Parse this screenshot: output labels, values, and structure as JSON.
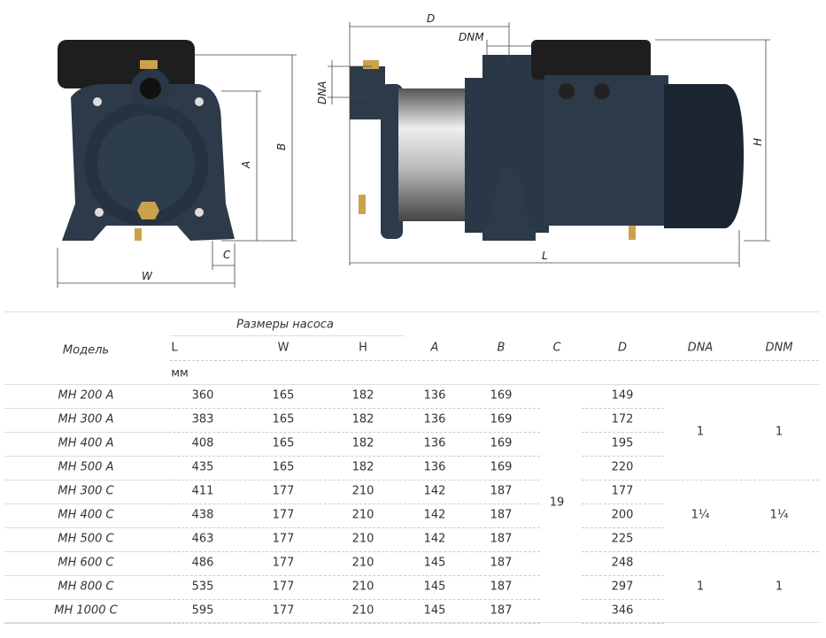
{
  "drawing": {
    "front_labels": {
      "A": "A",
      "B": "B",
      "C": "C",
      "W": "W"
    },
    "side_labels": {
      "D": "D",
      "DNM": "DNM",
      "DNA": "DNA",
      "H": "H",
      "L": "L"
    }
  },
  "table": {
    "group_header": "Размеры насоса",
    "headers": {
      "model": "Модель",
      "L": "L",
      "W": "W",
      "H": "H",
      "A": "A",
      "B": "B",
      "C": "C",
      "D": "D",
      "DNA": "DNA",
      "DNM": "DNM"
    },
    "unit": "мм",
    "rows": [
      {
        "model": "MH 200 A",
        "L": "360",
        "W": "165",
        "H": "182",
        "A": "136",
        "B": "169",
        "D": "149"
      },
      {
        "model": "MH 300 A",
        "L": "383",
        "W": "165",
        "H": "182",
        "A": "136",
        "B": "169",
        "D": "172"
      },
      {
        "model": "MH 400 A",
        "L": "408",
        "W": "165",
        "H": "182",
        "A": "136",
        "B": "169",
        "D": "195"
      },
      {
        "model": "MH 500 A",
        "L": "435",
        "W": "165",
        "H": "182",
        "A": "136",
        "B": "169",
        "D": "220"
      },
      {
        "model": "MH 300 C",
        "L": "411",
        "W": "177",
        "H": "210",
        "A": "142",
        "B": "187",
        "D": "177"
      },
      {
        "model": "MH 400 C",
        "L": "438",
        "W": "177",
        "H": "210",
        "A": "142",
        "B": "187",
        "D": "200"
      },
      {
        "model": "MH 500 C",
        "L": "463",
        "W": "177",
        "H": "210",
        "A": "142",
        "B": "187",
        "D": "225"
      },
      {
        "model": "MH 600 C",
        "L": "486",
        "W": "177",
        "H": "210",
        "A": "145",
        "B": "187",
        "D": "248"
      },
      {
        "model": "MH 800 C",
        "L": "535",
        "W": "177",
        "H": "210",
        "A": "145",
        "B": "187",
        "D": "297"
      },
      {
        "model": "MH 1000 C",
        "L": "595",
        "W": "177",
        "H": "210",
        "A": "145",
        "B": "187",
        "D": "346"
      }
    ],
    "C_all": "19",
    "dna_groups": [
      "1",
      "1¼",
      "1"
    ],
    "dnm_groups": [
      "1",
      "1¼",
      "1"
    ]
  }
}
